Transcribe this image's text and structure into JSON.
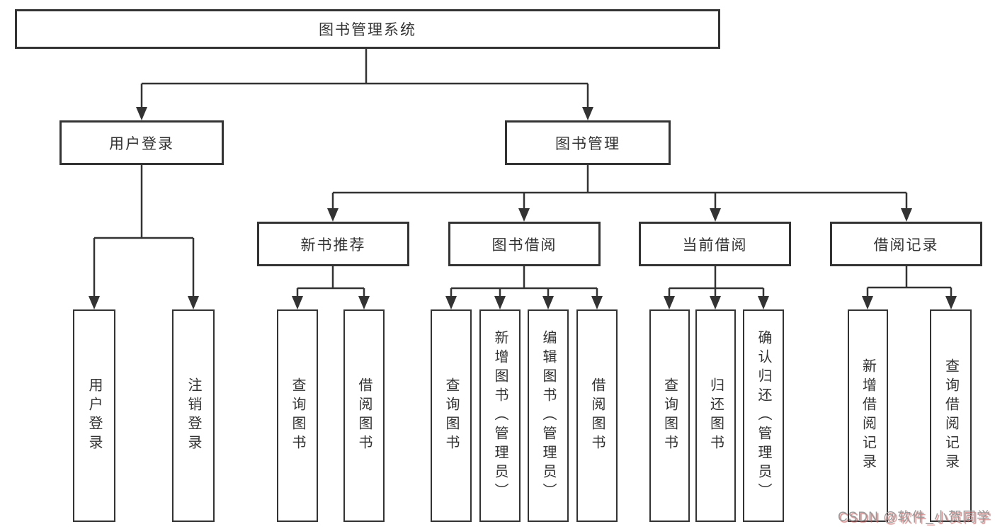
{
  "diagram": {
    "tree": {
      "root": {
        "label": "图书管理系统"
      },
      "branches": [
        {
          "label": "用户登录",
          "leaves": [
            "用户登录",
            "注销登录"
          ]
        },
        {
          "label": "图书管理",
          "groups": [
            {
              "label": "新书推荐",
              "leaves": [
                "查询图书",
                "借阅图书"
              ]
            },
            {
              "label": "图书借阅",
              "leaves": [
                "查询图书",
                "新增图书（管理员）",
                "编辑图书（管理员）",
                "借阅图书"
              ]
            },
            {
              "label": "当前借阅",
              "leaves": [
                "查询图书",
                "归还图书",
                "确认归还（管理员）"
              ]
            },
            {
              "label": "借阅记录",
              "leaves": [
                "新增借阅记录",
                "查询借阅记录"
              ]
            }
          ]
        }
      ]
    },
    "line_color": "#333333",
    "box_background": "#ffffff"
  },
  "watermark": {
    "text": "CSDN @软件_小贺同学"
  }
}
